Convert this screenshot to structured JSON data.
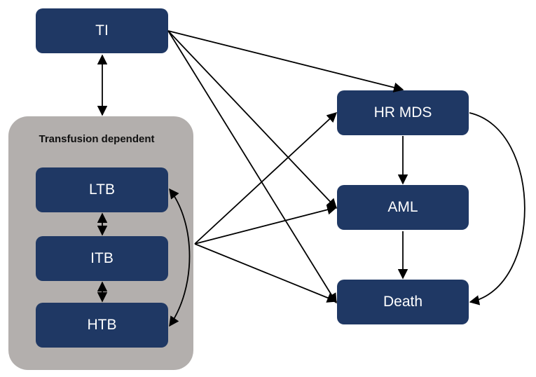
{
  "diagram": {
    "group_title": "Transfusion dependent",
    "nodes": {
      "ti": "TI",
      "ltb": "LTB",
      "itb": "ITB",
      "htb": "HTB",
      "hr_mds": "HR MDS",
      "aml": "AML",
      "death": "Death"
    },
    "colors": {
      "node_fill": "#1f3864",
      "node_text": "#ffffff",
      "group_fill": "#b3afad",
      "arrow": "#000000"
    }
  }
}
